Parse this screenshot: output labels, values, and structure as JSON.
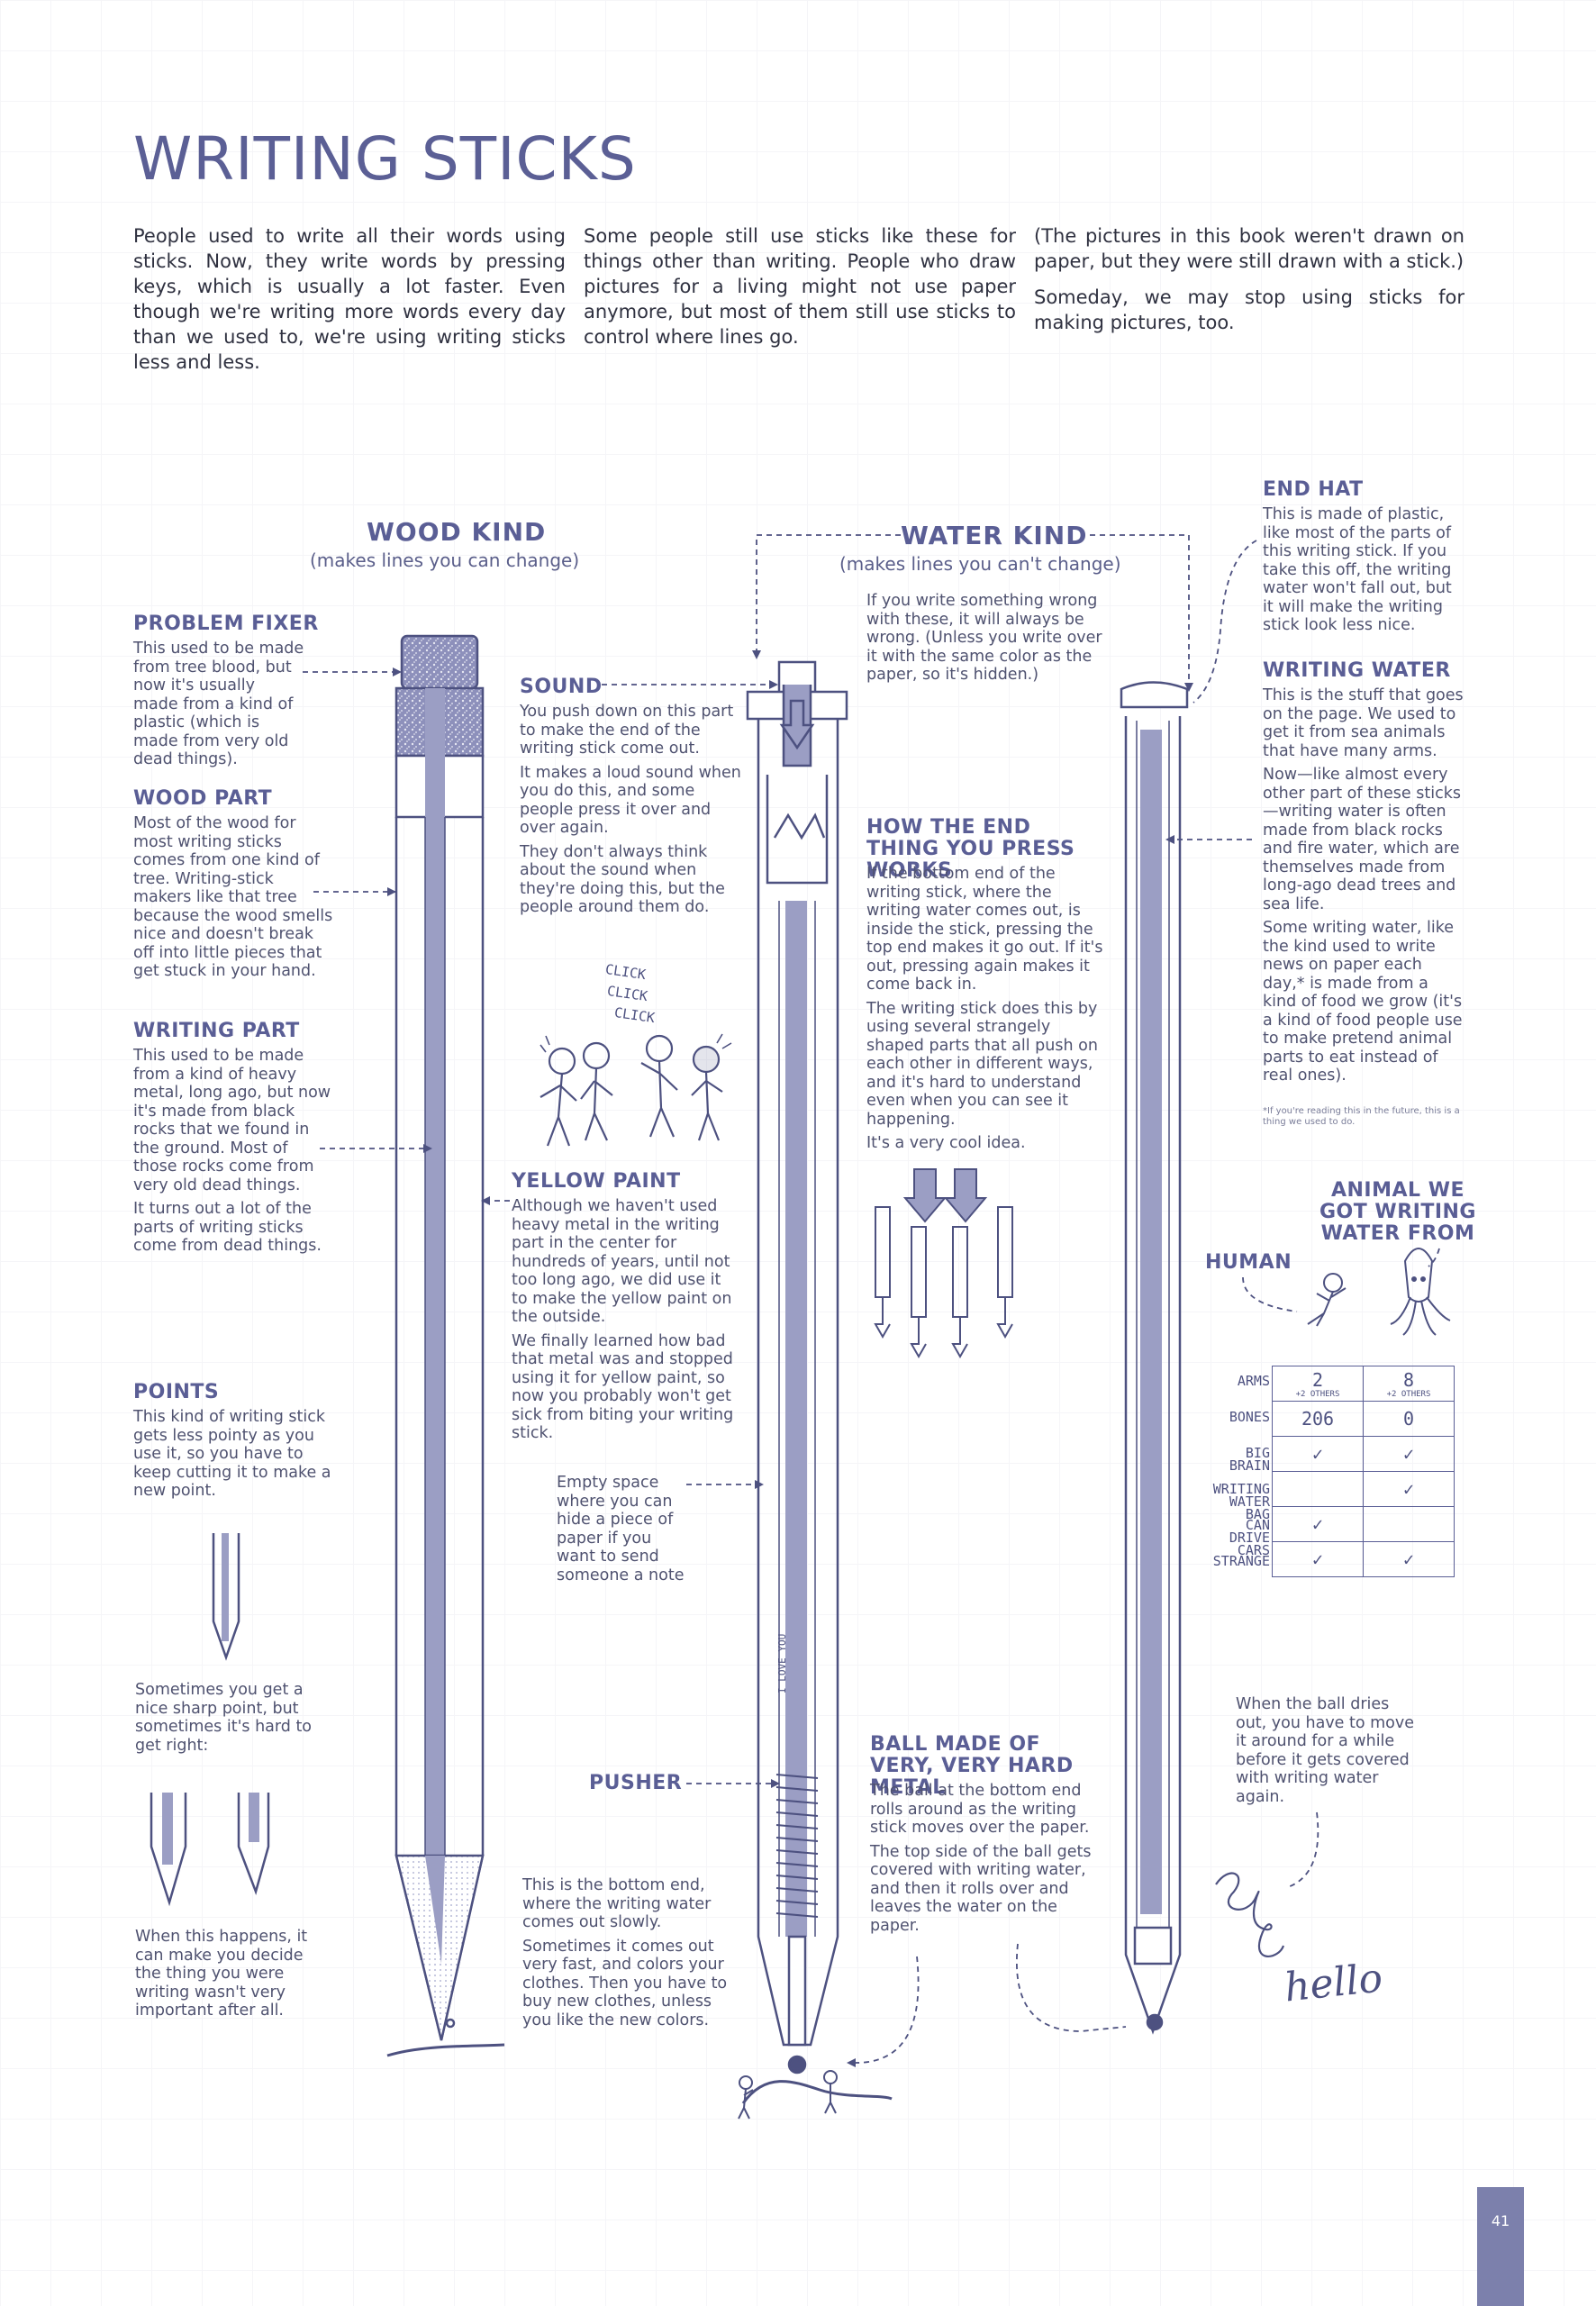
{
  "page": {
    "title": "WRITING STICKS",
    "page_number": "41"
  },
  "intro": {
    "col1": "People used to write all their words using sticks. Now, they write words by pressing keys, which is usually a lot faster. Even though we're writing more words every day than we used to, we're using writing sticks less and less.",
    "col2": "Some people still use sticks like these for things other than writing. People who draw pictures for a living might not use paper anymore, but most of them still use sticks to control where lines go.",
    "col3a": "(The pictures in this book weren't drawn on paper, but they were still drawn with a stick.)",
    "col3b": "Someday, we may stop using sticks for making pictures, too."
  },
  "wood": {
    "title": "WOOD KIND",
    "subtitle": "(makes lines you can change)",
    "problem_fixer": {
      "label": "PROBLEM FIXER",
      "text": "This used to be made from tree blood, but now it's usually made from a kind of plastic (which is made from very old dead things)."
    },
    "wood_part": {
      "label": "WOOD PART",
      "text": "Most of the wood for most writing sticks comes from one kind of tree. Writing-stick makers like that tree because the wood smells nice and doesn't break off into little pieces that get stuck in your hand."
    },
    "writing_part": {
      "label": "WRITING PART",
      "text1": "This used to be made from a kind of heavy metal, long ago, but now it's made from black rocks that we found in the ground. Most of those rocks come from very old dead things.",
      "text2": "It turns out a lot of the parts of writing sticks come from dead things."
    },
    "points": {
      "label": "POINTS",
      "text": "This kind of writing stick gets less pointy as you use it, so you have to keep cutting it to make a new point."
    },
    "sharp_note": "Sometimes you get a nice sharp point, but sometimes it's hard to get right:",
    "break_note": "When this happens, it can make you decide the thing you were writing wasn't very important after all.",
    "yellow_paint": {
      "label": "YELLOW PAINT",
      "text1": "Although we haven't used heavy metal in the writing part in the center for hundreds of years, until not too long ago, we did use it to make the yellow paint on the outside.",
      "text2": "We finally learned how bad that metal was and stopped using it for yellow paint, so now you probably won't get sick from biting your writing stick."
    }
  },
  "water": {
    "title": "WATER KIND",
    "subtitle": "(makes lines you can't change)",
    "intro": "If you write something wrong with these, it will always be wrong. (Unless you write over it with the same color as the paper, so it's hidden.)",
    "sound": {
      "label": "SOUND",
      "text1": "You push down on this part to make the end of the writing stick come out.",
      "text2": "It makes a loud sound when you do this, and some people press it over and over again.",
      "text3": "They don't always think about the sound when they're doing this, but the people around them do."
    },
    "click": [
      "CLICK",
      "CLICK",
      "CLICK"
    ],
    "end_thing": {
      "label": "HOW THE END THING YOU PRESS WORKS",
      "text1": "If the bottom end of the writing stick, where the writing water comes out, is inside the stick, pressing the top end makes it go out. If it's out, pressing again makes it come back in.",
      "text2": "The writing stick does this by using several strangely shaped parts that all push on each other in different ways, and it's hard to understand even when you can see it happening.",
      "text3": "It's a very cool idea."
    },
    "empty_space": "Empty space where you can hide a piece of paper if you want to send someone a note",
    "note_word": "I LOVE YOU",
    "pusher": "PUSHER",
    "bottom_end": {
      "text1": "This is the bottom end, where the writing water comes out slowly.",
      "text2": "Sometimes it comes out very fast, and colors your clothes. Then you have to buy new clothes, unless you like the new colors."
    },
    "ball": {
      "label": "BALL MADE OF VERY, VERY HARD METAL",
      "text1": "The ball at the bottom end rolls around as the writing stick moves over the paper.",
      "text2": "The top side of the ball gets covered with writing water, and then it rolls over and leaves the water on the paper."
    }
  },
  "right": {
    "end_hat": {
      "label": "END HAT",
      "text": "This is made of plastic, like most of the parts of this writing stick. If you take this off, the writing water won't fall out, but it will make the writing stick look less nice."
    },
    "writing_water": {
      "label": "WRITING WATER",
      "text1": "This is the stuff that goes on the page. We used to get it from sea animals that have many arms.",
      "text2": "Now—like almost every other part of these sticks—writing water is often made from black rocks and fire water, which are themselves made from long-ago dead trees and sea life.",
      "text3": "Some writing water, like the kind used to write news on paper each day,* is made from a kind of food we grow (it's a kind of food people use to make pretend animal parts to eat instead of real ones).",
      "footnote": "*If you're reading this in the future, this is a thing we used to do."
    },
    "animal_label": "ANIMAL WE GOT WRITING WATER FROM",
    "human_label": "HUMAN",
    "ball_dry": "When the ball dries out, you have to move it around for a while before it gets covered with writing water again.",
    "hello": "hello"
  },
  "comparison": {
    "rows": [
      {
        "label": "ARMS",
        "human": "2",
        "human_note": "+2 OTHERS",
        "animal": "8",
        "animal_note": "+2 OTHERS"
      },
      {
        "label": "BONES",
        "human": "206",
        "human_note": "",
        "animal": "0",
        "animal_note": ""
      },
      {
        "label": "BIG BRAIN",
        "human": "✓",
        "human_note": "",
        "animal": "✓",
        "animal_note": ""
      },
      {
        "label": "WRITING WATER BAG",
        "human": "",
        "human_note": "",
        "animal": "✓",
        "animal_note": ""
      },
      {
        "label": "CAN DRIVE CARS",
        "human": "✓",
        "human_note": "",
        "animal": "",
        "animal_note": ""
      },
      {
        "label": "STRANGE",
        "human": "✓",
        "human_note": "",
        "animal": "✓",
        "animal_note": ""
      }
    ]
  },
  "colors": {
    "ink": "#4d5180",
    "fill": "#9b9ec4",
    "light": "#c9cbe0",
    "page_tab": "#7c80ac"
  }
}
